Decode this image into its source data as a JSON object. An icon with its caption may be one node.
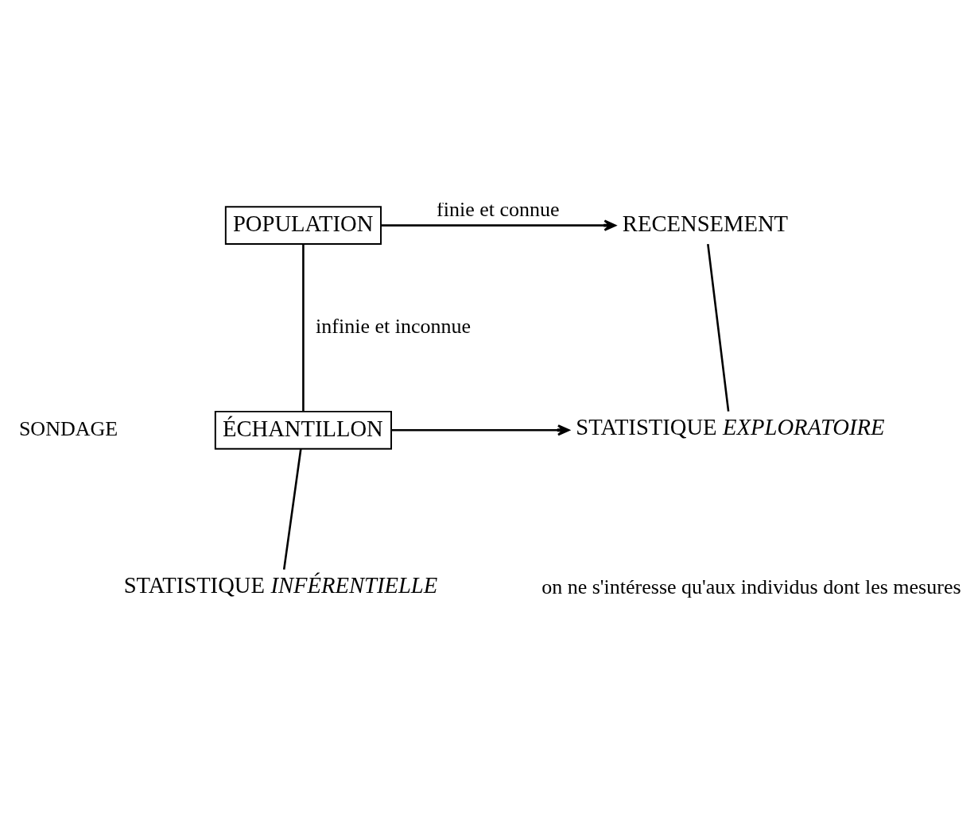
{
  "diagram": {
    "nodes": [
      {
        "text": [
          "POPULATION"
        ]
      },
      {
        "text": [
          "RECENSEMENT"
        ]
      },
      {
        "text": [
          "ÉCHANTILLON"
        ]
      },
      {
        "text": [
          "STATISTIQUE *EXPLORATOIRE*"
        ]
      },
      {
        "text": [
          "STATISTIQUE *INFÉRENTIELLE*"
        ]
      }
    ],
    "edges": [
      {
        "from": 0,
        "to": 1,
        "arrow": "to",
        "label": "finie et connue"
      },
      {
        "from": 0,
        "to": 2,
        "arrow": "none",
        "label": "infinie et inconnue"
      },
      {
        "from": 1,
        "to": 3,
        "arrow": "none"
      },
      {
        "from": 2,
        "to": 3,
        "arrow": "to"
      },
      {
        "from": 2,
        "to": 4,
        "arrow": "none"
      }
    ],
    "labels": [
      "SONDAGE",
      "on ne s'intéresse qu'aux individus dont les mesures"
    ]
  }
}
